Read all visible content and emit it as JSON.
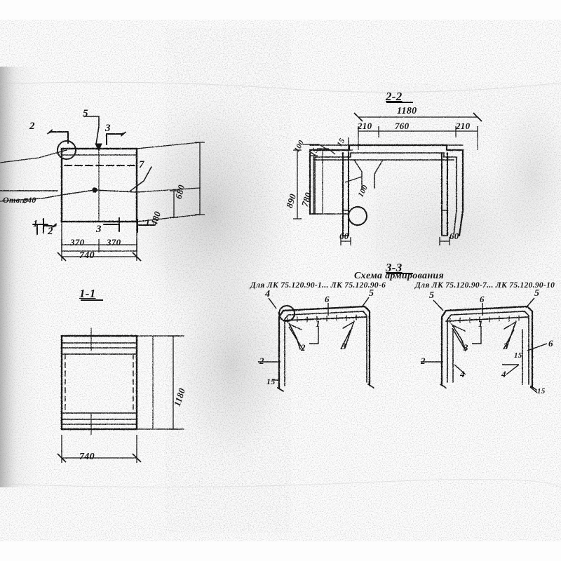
{
  "document": {
    "kind": "engineering-drawing-scan",
    "language": "ru",
    "ink_color": "#141414",
    "paper_color": "#fdfdfd"
  },
  "views": {
    "plan": {
      "name": "plan-view",
      "dimensions": {
        "left_half": "370",
        "right_half": "370",
        "overall_width": "740",
        "overall_height": "680",
        "inner_height": "480"
      },
      "notes": {
        "hole": "Отв.⌀40"
      },
      "callouts": [
        "5",
        "7"
      ],
      "section_marks": [
        "2",
        "2",
        "3",
        "3",
        "1",
        "1"
      ]
    },
    "section_1_1": {
      "name": "section-1-1",
      "title": "1-1",
      "dimensions": {
        "height": "1180",
        "width": "740"
      }
    },
    "section_2_2": {
      "name": "section-2-2",
      "title": "2-2",
      "dimensions": {
        "overall_width": "1180",
        "left_part": "210",
        "middle_part": "760",
        "right_part": "210",
        "overall_height": "890",
        "inner_height": "780",
        "top_left_offset": "100",
        "wall_thickness": "15",
        "rib": "100",
        "leg_left": "60",
        "leg_right": "60"
      }
    },
    "section_3_3": {
      "name": "section-3-3",
      "title": "3-3",
      "subtitle": "Схема армирования",
      "left_scheme": {
        "caption": "Для ЛК 75.120.90-1... ЛК 75.120.90-6",
        "callouts": [
          "4",
          "5",
          "6",
          "1",
          "3",
          "2",
          "15"
        ]
      },
      "right_scheme": {
        "caption": "Для ЛК 75.120.90-7... ЛК 75.120.90-10",
        "callouts": [
          "5",
          "5",
          "6",
          "1",
          "3",
          "6",
          "15",
          "4",
          "4",
          "2",
          "15"
        ]
      }
    }
  }
}
